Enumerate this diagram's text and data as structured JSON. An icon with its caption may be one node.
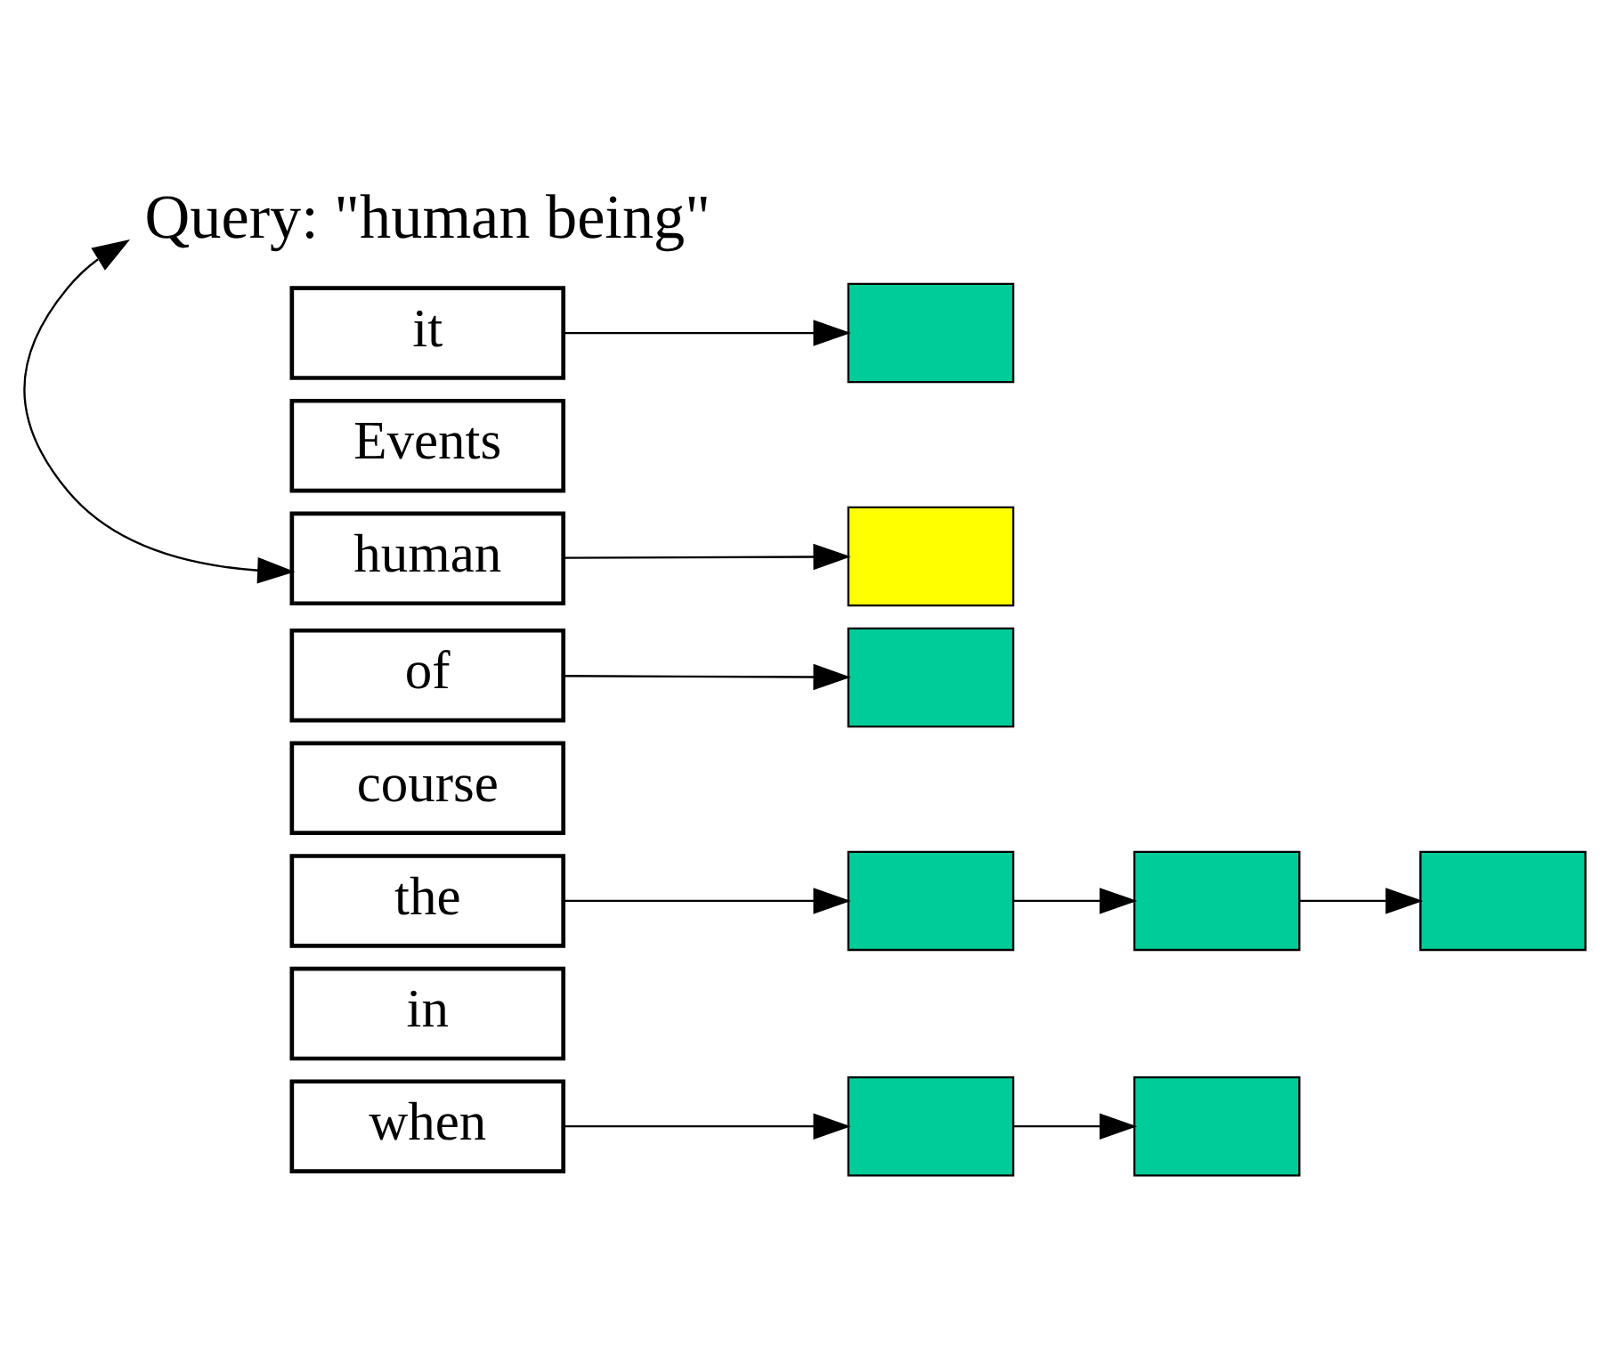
{
  "diagram": {
    "nodes": [
      {
        "text": [
          "Query: \"human being\""
        ]
      },
      {
        "text": [
          "it"
        ]
      },
      {
        "text": [
          "Events"
        ]
      },
      {
        "text": [
          "human"
        ]
      },
      {
        "text": [
          "of"
        ]
      },
      {
        "text": [
          "course"
        ]
      },
      {
        "text": [
          "the"
        ]
      },
      {
        "text": [
          "in"
        ]
      },
      {
        "text": [
          "when"
        ]
      },
      {
        "text": [],
        "shape": "box"
      },
      {
        "text": [],
        "shape": "box"
      },
      {
        "text": [],
        "shape": "box"
      },
      {
        "text": [],
        "shape": "box"
      },
      {
        "text": [],
        "shape": "box"
      },
      {
        "text": [],
        "shape": "box"
      },
      {
        "text": [],
        "shape": "box"
      },
      {
        "text": [],
        "shape": "box"
      }
    ],
    "edges": [
      {
        "from": 3,
        "to": 0,
        "arrow": "both"
      },
      {
        "from": 1,
        "to": 9,
        "arrow": "to"
      },
      {
        "from": 3,
        "to": 10,
        "arrow": "to"
      },
      {
        "from": 4,
        "to": 11,
        "arrow": "to"
      },
      {
        "from": 6,
        "to": 12,
        "arrow": "to"
      },
      {
        "from": 12,
        "to": 13,
        "arrow": "to"
      },
      {
        "from": 13,
        "to": 14,
        "arrow": "to"
      },
      {
        "from": 8,
        "to": 15,
        "arrow": "to"
      },
      {
        "from": 15,
        "to": 16,
        "arrow": "to"
      }
    ]
  }
}
